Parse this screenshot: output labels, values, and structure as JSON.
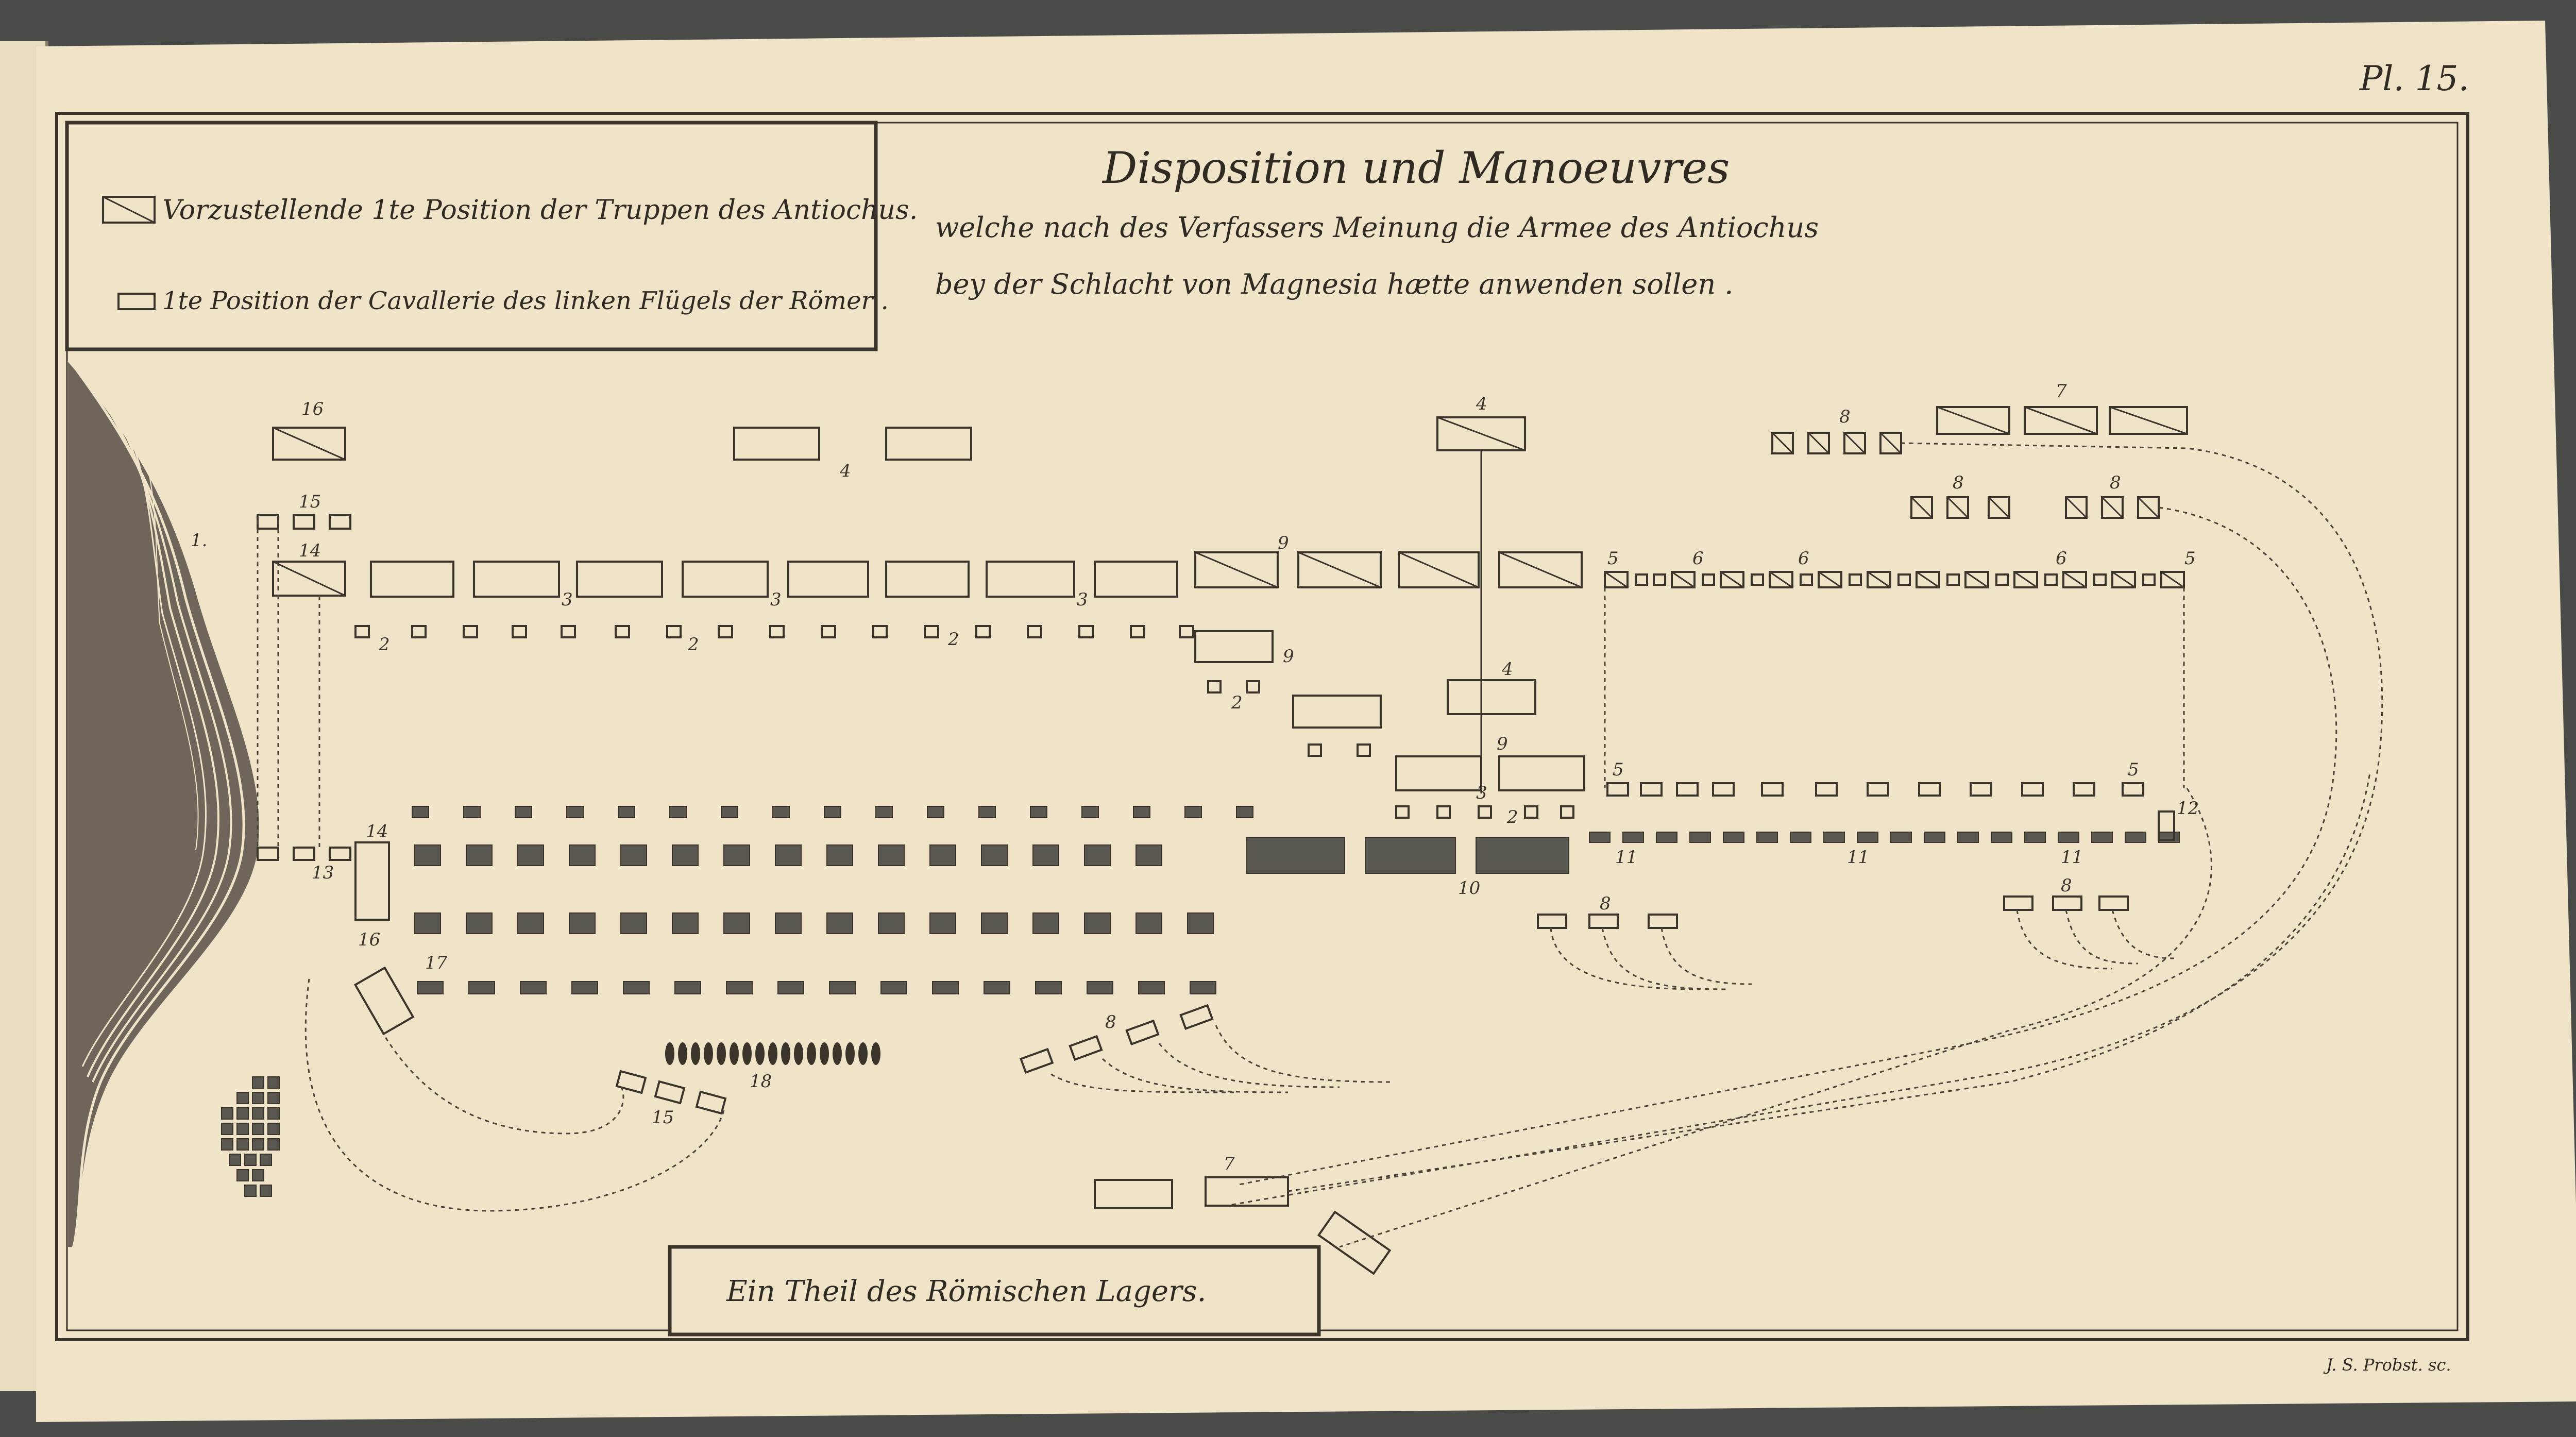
{
  "plate": {
    "number": "Pl. 15."
  },
  "title": {
    "line1": "Disposition und Manoeuvres",
    "line2": "welche nach des Verfassers Meinung die Armee des Antiochus",
    "line3": "bey der Schlacht von Magnesia hætte anwenden sollen ."
  },
  "legend": {
    "item1": "Vorzustellende 1te Position der Truppen des Antiochus.",
    "item2": "1te Position der Cavallerie des linken Flügels der Römer ."
  },
  "camp_label": "Ein Theil des Römischen Lagers.",
  "engraver": "J. S. Probst. sc.",
  "unit_numbers": {
    "n1": "1.",
    "n2": "2",
    "n3": "3",
    "n4": "4",
    "n5": "5",
    "n6": "6",
    "n7": "7",
    "n8": "8",
    "n9": "9",
    "n10": "10",
    "n11": "11",
    "n12": "12",
    "n13": "13",
    "n14": "14",
    "n15": "15",
    "n16": "16",
    "n17": "17",
    "n18": "18"
  },
  "colors": {
    "paper": "#efe3c8",
    "ink": "#3a342b",
    "backdrop": "#4a4a48"
  }
}
